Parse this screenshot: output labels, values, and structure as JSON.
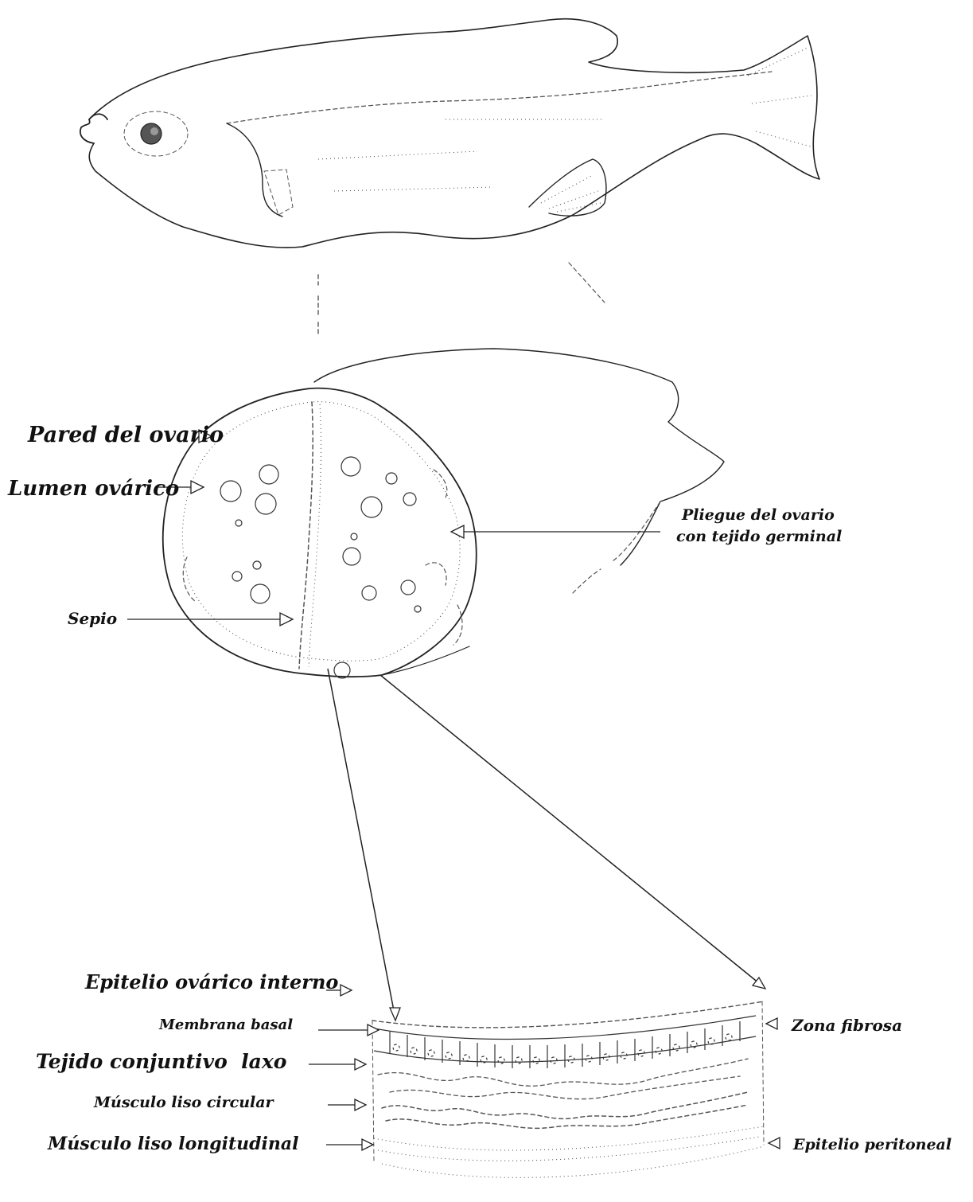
{
  "labels": {
    "pared_del_ovario": "Pared del ovario",
    "lumen_ovarico": "Lumen ovárico",
    "pliegue_line1": "Pliegue del ovario",
    "pliegue_line2": "con tejido germinal",
    "sepio": "Sepio",
    "epitelio_ovarico_interno": "Epitelio ovárico interno",
    "membrana_basal": "Membrana basal",
    "zona_fibrosa": "Zona fibrosa",
    "tejido_conjuntivo_laxo": "Tejido conjuntivo  laxo",
    "musculo_liso_circular": "Músculo liso circular",
    "musculo_liso_longitudinal": "Músculo liso longitudinal",
    "epitelio_peritoneal": "Epitelio peritoneal"
  },
  "colors": {
    "ink": "#222222",
    "background": "#ffffff"
  }
}
